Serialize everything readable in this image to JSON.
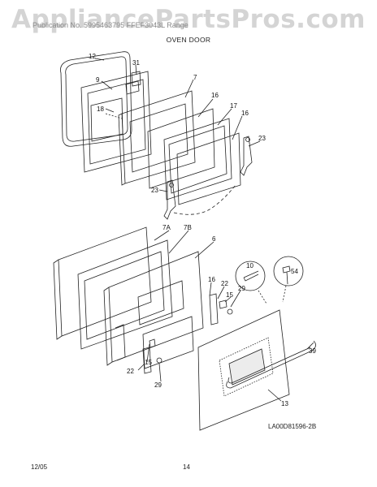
{
  "watermark": "AppliancePartsPros.com",
  "header_line": "Publication No. 5995463795  FFEF3043L   Range",
  "section_title": "OVEN DOOR",
  "diagram_code": "LA00D81596-2B",
  "footer": {
    "date": "12/05",
    "page": "14"
  },
  "callouts": {
    "c12": "12",
    "c31": "31",
    "c9": "9",
    "c7": "7",
    "c18": "18",
    "c16a": "16",
    "c17": "17",
    "c16b": "16",
    "c23a": "23",
    "c23b": "23",
    "c7a": "7A",
    "c7b": "7B",
    "c6": "6",
    "c10": "10",
    "c54": "54",
    "c16c": "16",
    "c22a": "22",
    "c29a": "29",
    "c15a": "15",
    "c15b": "15",
    "c22b": "22",
    "c29b": "29",
    "c39": "39",
    "c13": "13"
  }
}
